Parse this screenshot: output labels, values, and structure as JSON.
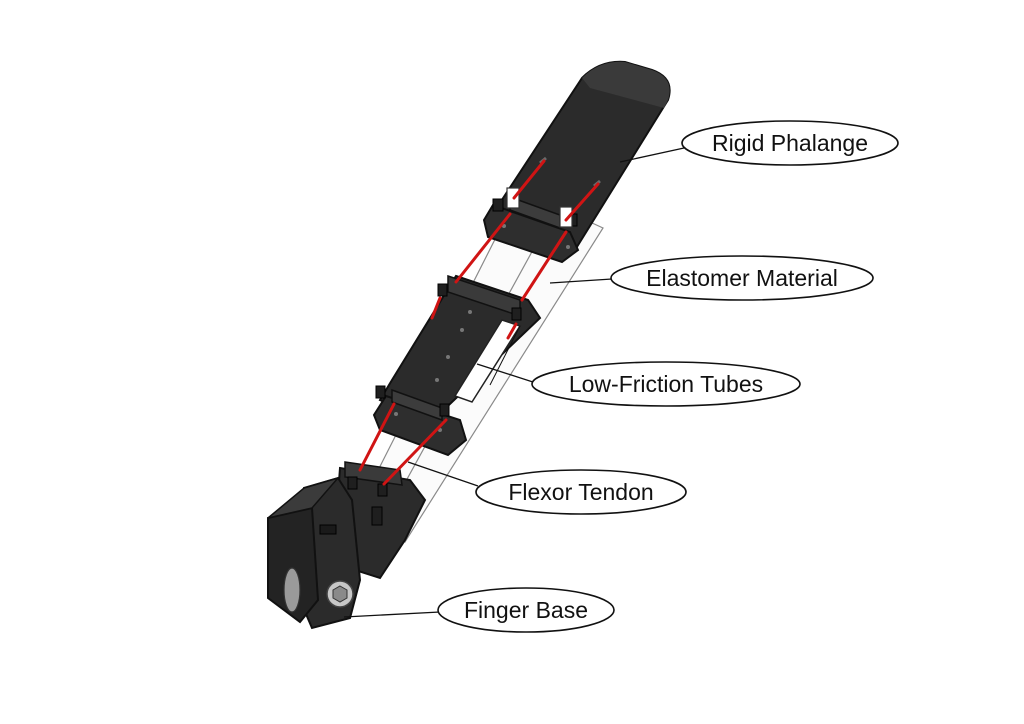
{
  "colors": {
    "body": "#2b2b2b",
    "body_edge": "#111111",
    "highlight": "#5a5a5a",
    "tendon": "#d01414",
    "elastomer": "#8a8a8a",
    "label_border": "#111111",
    "background": "#ffffff"
  },
  "labels": {
    "rigid_phalange": "Rigid Phalange",
    "elastomer_material": "Elastomer Material",
    "low_friction_tubes": "Low-Friction Tubes",
    "flexor_tendon": "Flexor Tendon",
    "finger_base": "Finger Base"
  }
}
